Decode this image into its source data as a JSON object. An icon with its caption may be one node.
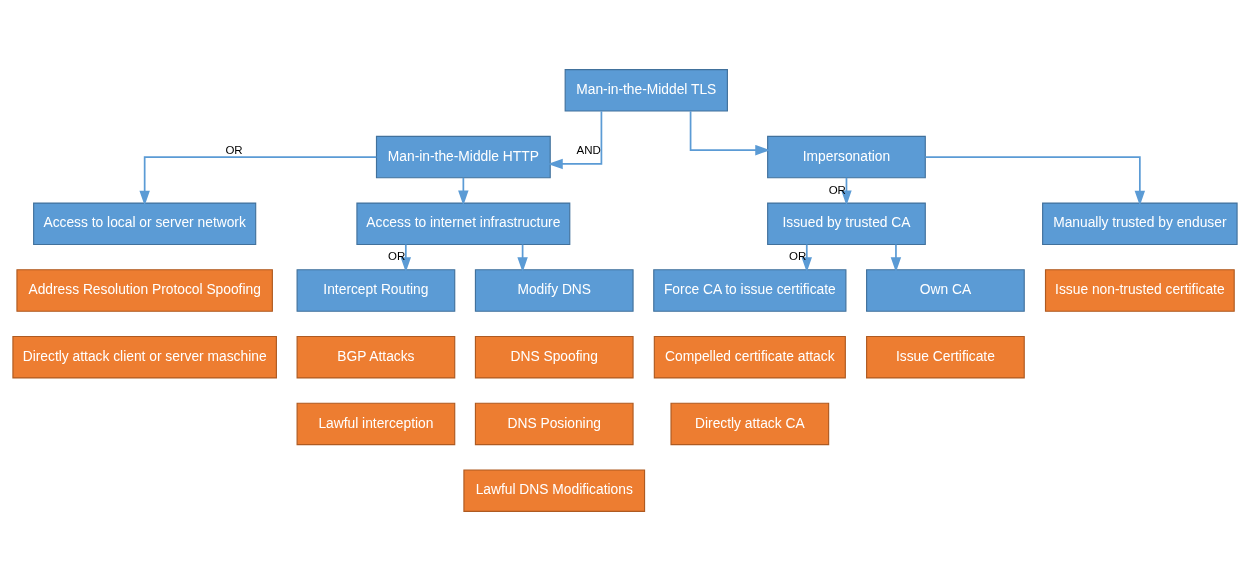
{
  "diagram": {
    "nodes": [
      {
        "text": [
          "Man-in-the-Middel TLS"
        ]
      },
      {
        "text": [
          "Man-in-the-Middle HTTP"
        ]
      },
      {
        "text": [
          "Impersonation"
        ]
      },
      {
        "text": [
          "Access to local or server network"
        ]
      },
      {
        "text": [
          "Address Resolution Protocol Spoofing"
        ]
      },
      {
        "text": [
          "Directly attack client or server maschine"
        ]
      },
      {
        "text": [
          "Access to internet infrastructure"
        ]
      },
      {
        "text": [
          "Intercept Routing"
        ]
      },
      {
        "text": [
          "BGP Attacks"
        ]
      },
      {
        "text": [
          "Lawful interception"
        ]
      },
      {
        "text": [
          "Modify DNS"
        ]
      },
      {
        "text": [
          "DNS Spoofing"
        ]
      },
      {
        "text": [
          "DNS Posioning"
        ]
      },
      {
        "text": [
          "Lawful DNS Modifications"
        ]
      },
      {
        "text": [
          "Issued by trusted CA"
        ]
      },
      {
        "text": [
          "Force CA to issue certificate"
        ]
      },
      {
        "text": [
          "Compelled certificate attack"
        ]
      },
      {
        "text": [
          "Directly attack CA"
        ]
      },
      {
        "text": [
          "Own CA"
        ]
      },
      {
        "text": [
          "Issue Certificate"
        ]
      },
      {
        "text": [
          "Manually trusted by enduser"
        ]
      },
      {
        "text": [
          "Issue non-trusted certificate"
        ]
      }
    ],
    "edges": [
      {
        "from": 0,
        "to": 1,
        "arrow": "to",
        "label": "AND"
      },
      {
        "from": 0,
        "to": 2,
        "arrow": "to"
      },
      {
        "from": 1,
        "to": 3,
        "arrow": "to",
        "label": "OR"
      },
      {
        "from": 1,
        "to": 6,
        "arrow": "to"
      },
      {
        "from": 6,
        "to": 7,
        "arrow": "to",
        "label": "OR"
      },
      {
        "from": 6,
        "to": 10,
        "arrow": "to"
      },
      {
        "from": 2,
        "to": 14,
        "arrow": "to",
        "label": "OR"
      },
      {
        "from": 2,
        "to": 20,
        "arrow": "to"
      },
      {
        "from": 14,
        "to": 15,
        "arrow": "to",
        "label": "OR"
      },
      {
        "from": 14,
        "to": 18,
        "arrow": "to"
      }
    ]
  }
}
